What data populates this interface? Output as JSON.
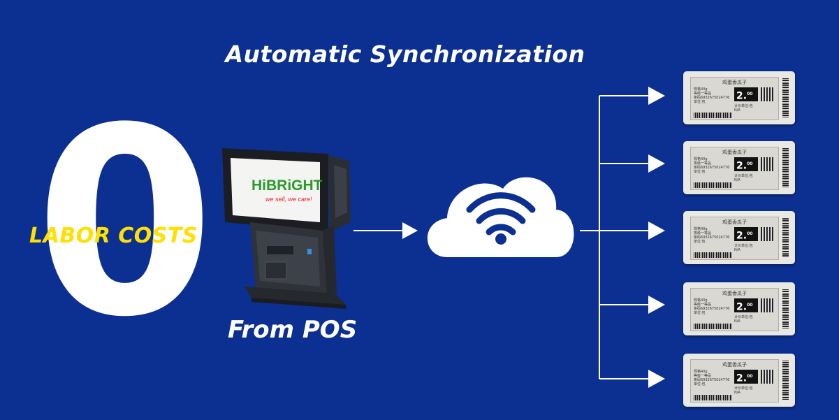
{
  "title": "Automatic Synchronization",
  "zero_text": "0",
  "labor_text": "LABOR COSTS",
  "pos_label": "From POS",
  "brand": {
    "logo": "HiBRiGHT",
    "slogan": "we sell, we care!"
  },
  "tags": [
    {
      "name": "鸡蛋香瓜子",
      "info": [
        "规格40g",
        "等级一等品",
        "条码6932675024776",
        "单位:包"
      ],
      "price": "2.",
      "price_sup": "00",
      "unit": [
        "计价单位:包",
        "N/A"
      ]
    },
    {
      "name": "鸡蛋香瓜子",
      "info": [
        "规格40g",
        "等级一等品",
        "条码6932675024776",
        "单位:包"
      ],
      "price": "2.",
      "price_sup": "00",
      "unit": [
        "计价单位:包",
        "N/A"
      ]
    },
    {
      "name": "鸡蛋香瓜子",
      "info": [
        "规格40g",
        "等级一等品",
        "条码6932675024776",
        "单位:包"
      ],
      "price": "2.",
      "price_sup": "00",
      "unit": [
        "计价单位:包",
        "N/A"
      ]
    },
    {
      "name": "鸡蛋香瓜子",
      "info": [
        "规格40g",
        "等级一等品",
        "条码6932675024776",
        "单位:包"
      ],
      "price": "2.",
      "price_sup": "00",
      "unit": [
        "计价单位:包",
        "N/A"
      ]
    },
    {
      "name": "鸡蛋香瓜子",
      "info": [
        "规格40g",
        "等级一等品",
        "条码6932675024776",
        "单位:包"
      ],
      "price": "2.",
      "price_sup": "00",
      "unit": [
        "计价单位:包",
        "N/A"
      ]
    }
  ],
  "colors": {
    "background": "#0c3091",
    "accent": "#ffe000",
    "brand_green": "#2a9a2a",
    "brand_red": "#e0242a"
  },
  "icons": [
    "wifi-cloud-icon",
    "pos-terminal-icon",
    "arrow-right-icon",
    "electronic-shelf-label-icon"
  ]
}
